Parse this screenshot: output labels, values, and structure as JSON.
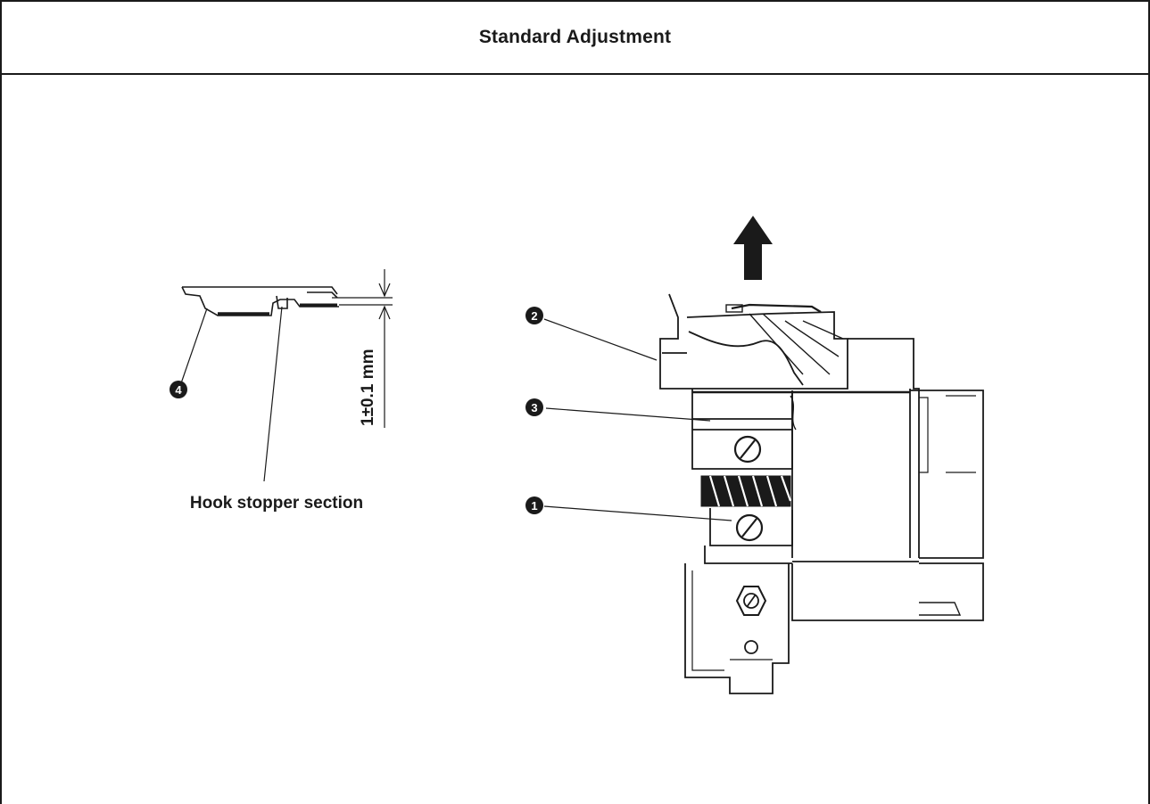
{
  "header": {
    "title": "Standard Adjustment"
  },
  "labels": {
    "hook_stopper": "Hook stopper section",
    "clearance": "1±0.1 mm"
  },
  "callouts": {
    "c1": "1",
    "c2": "2",
    "c3": "3",
    "c4": "4"
  },
  "colors": {
    "ink": "#1a1a1a",
    "paper": "#ffffff"
  }
}
